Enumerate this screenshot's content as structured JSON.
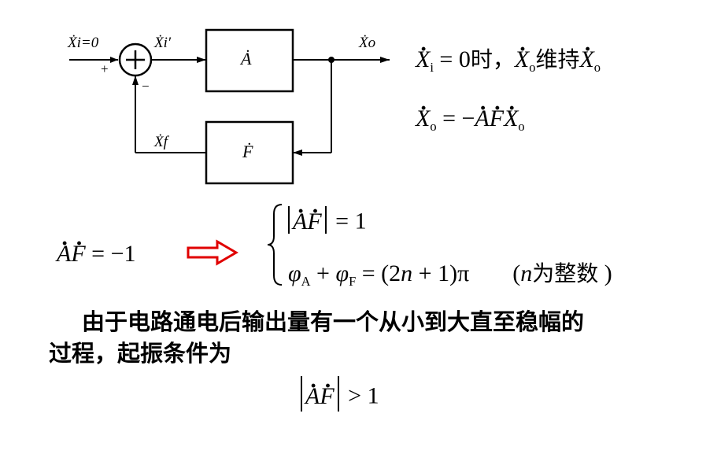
{
  "diagram": {
    "in_label": "Ẋi=0",
    "plus": "+",
    "minus": "−",
    "err_label": "Ẋi′",
    "forward_block": "Ȧ",
    "out_label": "Ẋo",
    "feedback_block": "Ḟ",
    "fb_label": "Ẋf"
  },
  "eq1": {
    "a": "X",
    "sub_i": "i",
    "b": " = 0",
    "shi": "时，",
    "c": "X",
    "sub_o": "o",
    "wei": "维持",
    "d": "X",
    "sub_o2": "o"
  },
  "eq2": {
    "lhs": "X",
    "sub": "o",
    "mid": " = −",
    "A": "A",
    "F": "F",
    "X": "X",
    "sub2": "o"
  },
  "eq3": {
    "A": "A",
    "F": "F",
    "rhs": " = −1"
  },
  "brace": {
    "r1_rhs": " = 1",
    "r2_phiA": "φ",
    "subA": "A",
    "plus": " + ",
    "phiF": "φ",
    "subF": "F",
    "r2_rhs": " = (2",
    "n": "n",
    "rest": " + 1)π",
    "note_open": "(",
    "note_n": "n",
    "note_cn": "为整数",
    "note_close": " )"
  },
  "paragraph": {
    "line1": "由于电路通电后输出量有一个从小到大直至稳幅的",
    "line2": "过程，起振条件为"
  },
  "final": {
    "A": "A",
    "F": "F",
    "rhs": " > 1"
  },
  "colors": {
    "arrow": "#e00000"
  }
}
